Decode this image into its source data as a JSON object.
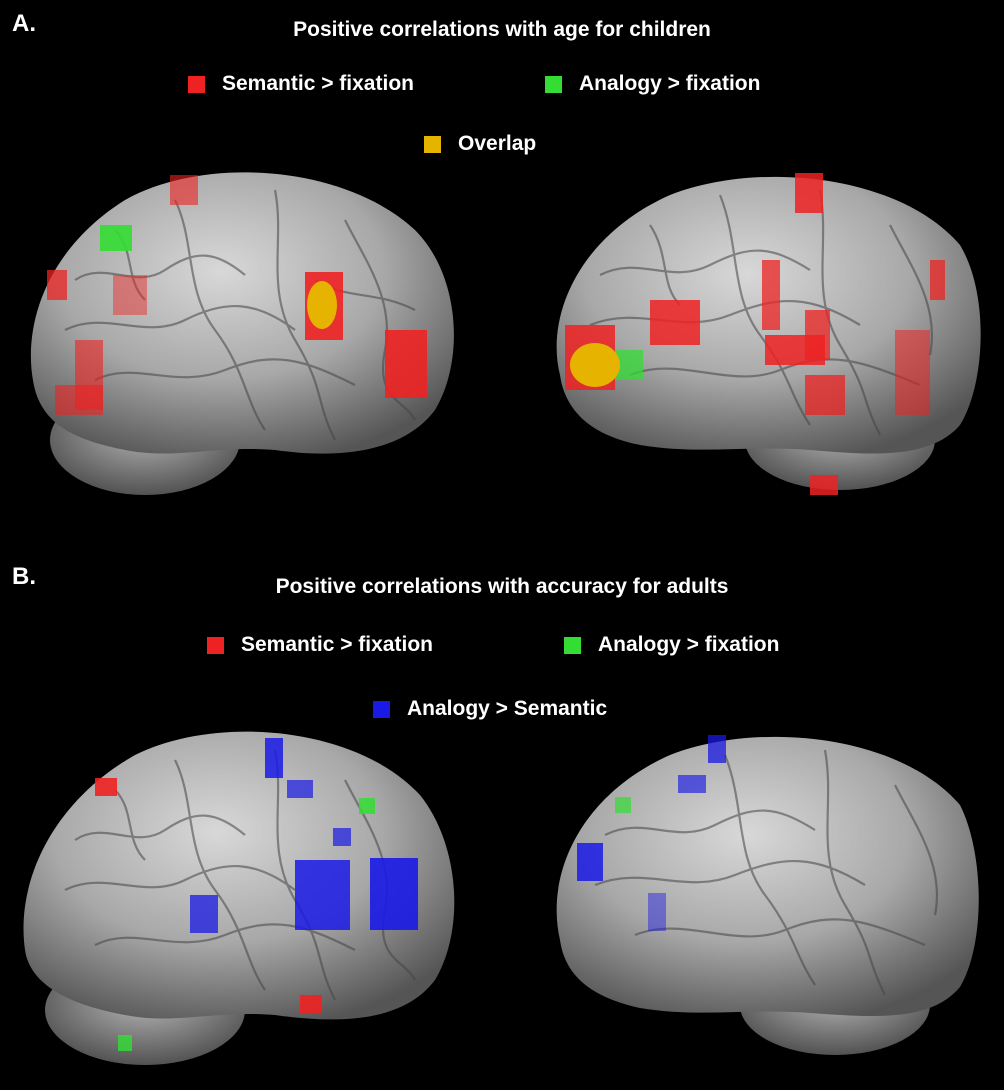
{
  "colors": {
    "semantic": "#ee2222",
    "analogy": "#33dd33",
    "overlap": "#e6b400",
    "analogy_semantic": "#1a1ae6",
    "background": "#000000",
    "brain": "#9a9a9a"
  },
  "panel_a": {
    "letter": "A.",
    "title": "Positive correlations with age for children",
    "legend": [
      {
        "label": "Semantic > fixation",
        "color": "#ee2222"
      },
      {
        "label": "Analogy > fixation",
        "color": "#33dd33"
      },
      {
        "label": "Overlap",
        "color": "#e6b400"
      }
    ]
  },
  "panel_b": {
    "letter": "B.",
    "title": "Positive correlations with accuracy for adults",
    "legend": [
      {
        "label": "Semantic > fixation",
        "color": "#ee2222"
      },
      {
        "label": "Analogy > fixation",
        "color": "#33dd33"
      },
      {
        "label": "Analogy > Semantic",
        "color": "#1a1ae6"
      }
    ]
  }
}
